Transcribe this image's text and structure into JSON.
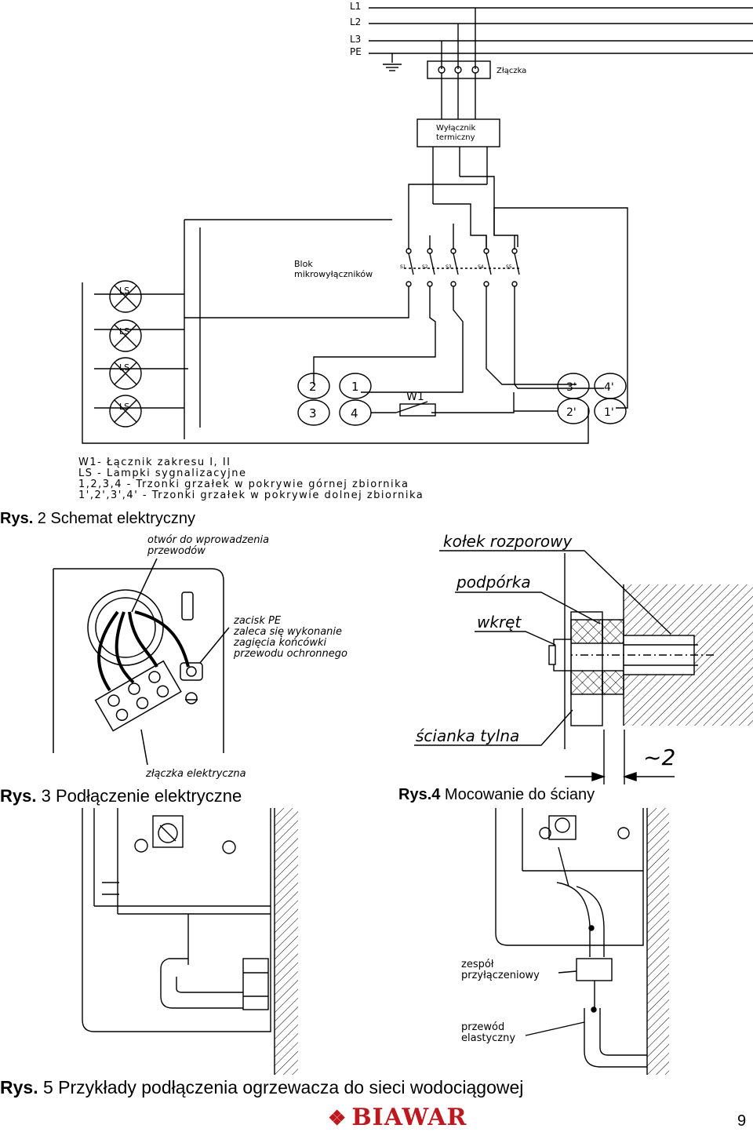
{
  "schematic": {
    "lines": [
      "L1",
      "L2",
      "L3",
      "PE"
    ],
    "connector_label": "Złączka",
    "thermal_switch": [
      "Wyłącznik",
      "termiczny"
    ],
    "micro_switch_block": [
      "Blok",
      "mikrowyłączników"
    ],
    "switch_labels": [
      "S1",
      "S2",
      "S3",
      "S4",
      "S5"
    ],
    "lamp_label": "LS",
    "terminals_left": [
      "2",
      "1",
      "3",
      "4"
    ],
    "terminals_right": [
      "3'",
      "4'",
      "2'",
      "1'"
    ],
    "range_switch": "W1"
  },
  "legend": [
    "W1- Łącznik zakresu I, II",
    "LS - Lampki sygnalizacyjne",
    "1,2,3,4 - Trzonki grzałek w pokrywie górnej zbiornika",
    "1',2',3',4' - Trzonki grzałek w pokrywie dolnej zbiornika"
  ],
  "fig2_caption": {
    "prefix": "Rys.",
    "text": " 2 Schemat elektryczny"
  },
  "fig3": {
    "cable_opening": [
      "otwór do wprowadzenia",
      "przewodów"
    ],
    "pe_terminal": [
      "zacisk PE",
      "zaleca się wykonanie",
      "zagięcia końcówki",
      "przewodu ochronnego"
    ],
    "terminal_block": "złączka elektryczna",
    "caption_prefix": "Rys.",
    "caption_text": " 3 Podłączenie elektryczne"
  },
  "fig4": {
    "anchor": "kołek rozporowy",
    "support": "podpórka",
    "screw": "wkręt",
    "back_wall": "ścianka tylna",
    "gap": "~2",
    "caption_prefix": "Rys.4",
    "caption_text": " Mocowanie do ściany"
  },
  "fig5": {
    "assembly": [
      "zespół",
      "przyłączeniowy"
    ],
    "hose": [
      "przewód",
      "elastyczny"
    ],
    "caption_prefix": "Rys.",
    "caption_text": " 5 Przykłady podłączenia ogrzewacza do sieci wodociągowej"
  },
  "footer": {
    "brand": "BIAWAR",
    "page_number": "9"
  }
}
